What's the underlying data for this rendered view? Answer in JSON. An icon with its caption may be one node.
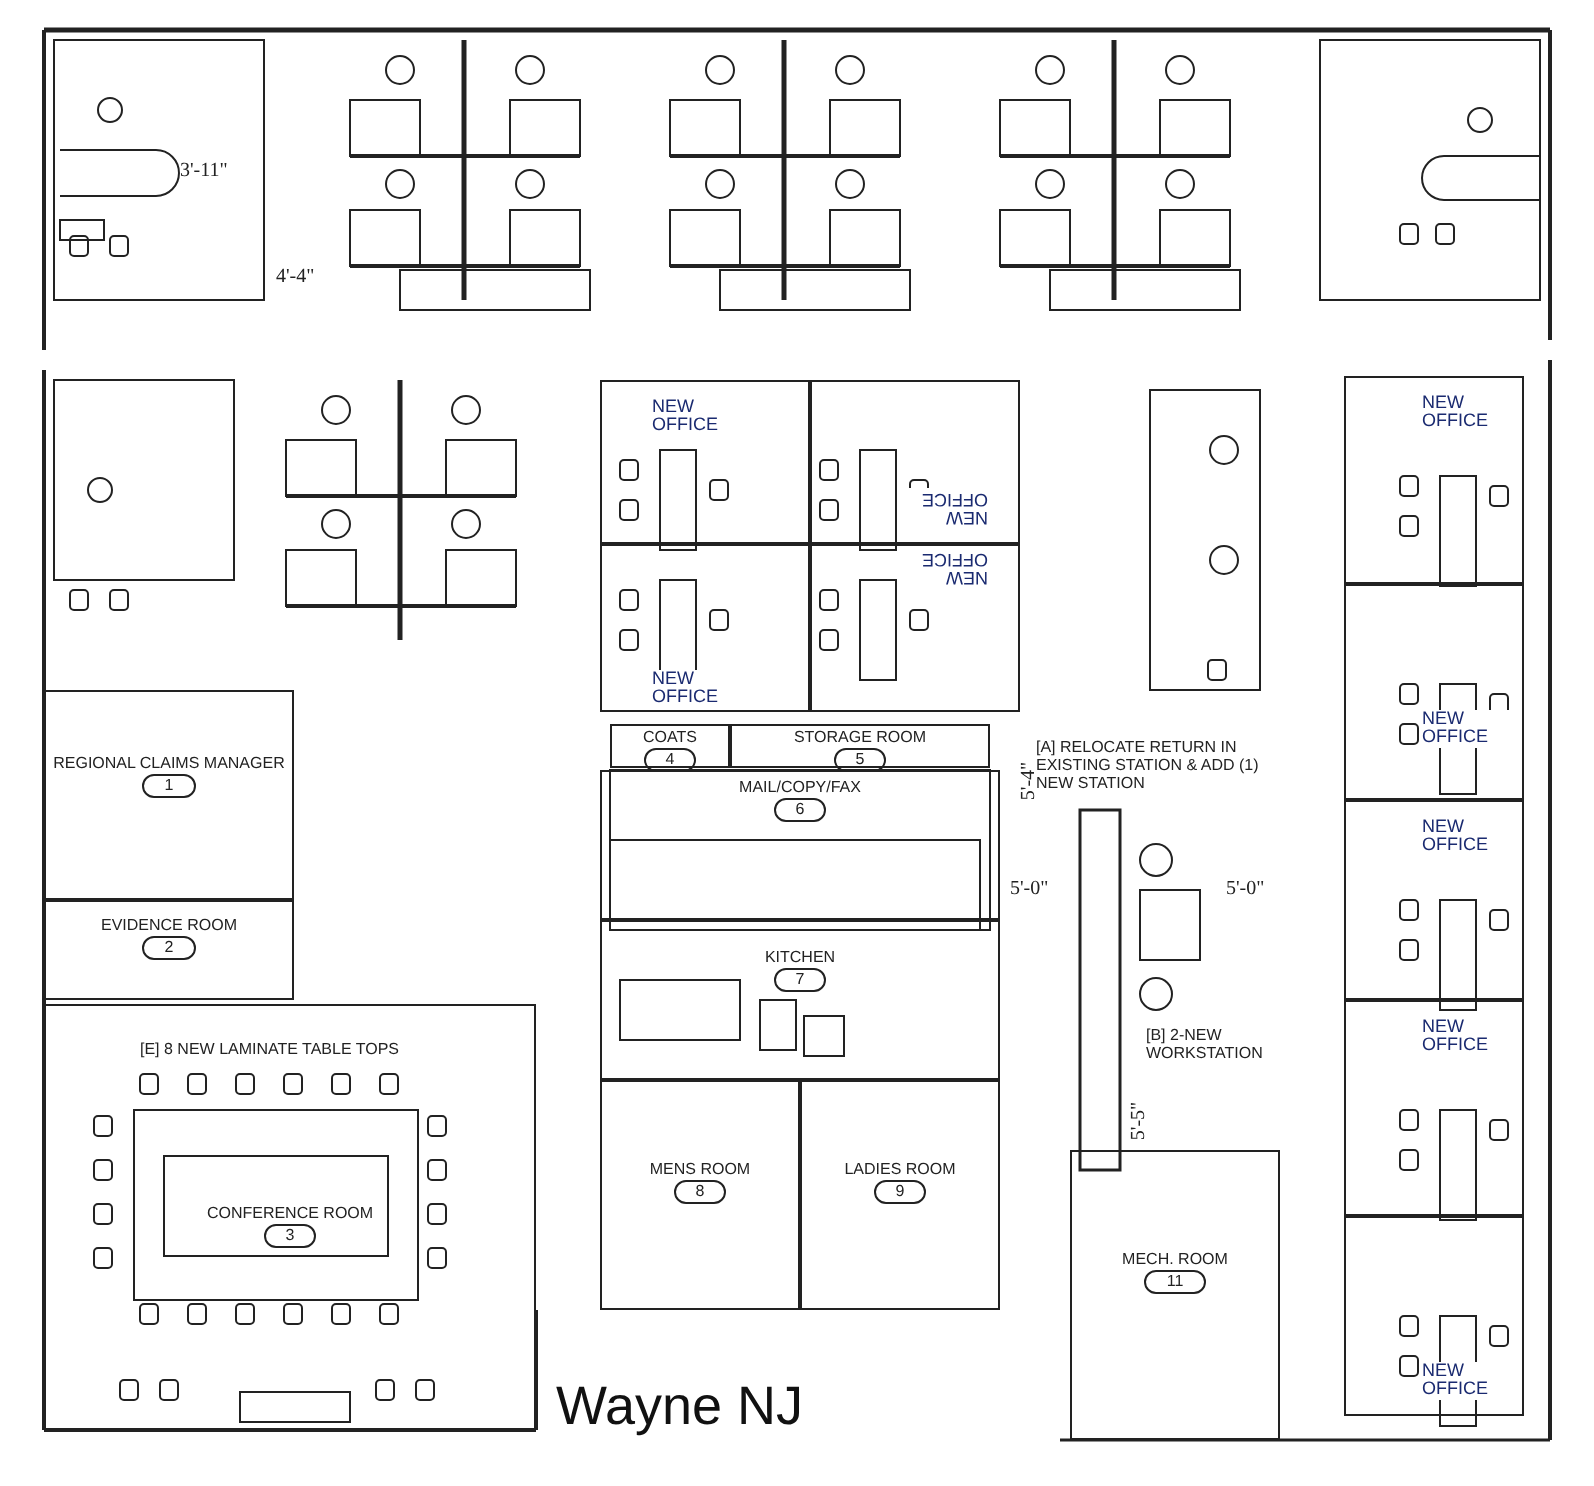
{
  "diagram": {
    "title": "Wayne NJ",
    "nodes": [
      {
        "text": [
          "NEW OFFICE"
        ]
      },
      {
        "text": [
          "NEW OFFICE"
        ]
      },
      {
        "text": [
          "NEW OFFICE"
        ]
      },
      {
        "text": [
          "NEW OFFICE"
        ]
      },
      {
        "text": [
          "NEW OFFICE"
        ]
      },
      {
        "text": [
          "NEW OFFICE"
        ]
      },
      {
        "text": [
          "NEW OFFICE"
        ]
      },
      {
        "text": [
          "NEW OFFICE"
        ]
      },
      {
        "text": [
          "NEW OFFICE"
        ]
      },
      {
        "text": [
          "REGIONAL CLAIMS MANAGER",
          "1"
        ]
      },
      {
        "text": [
          "EVIDENCE ROOM",
          "2"
        ]
      },
      {
        "text": [
          "CONFERENCE ROOM",
          "3"
        ]
      },
      {
        "text": [
          "COATS",
          "4"
        ]
      },
      {
        "text": [
          "STORAGE ROOM",
          "5"
        ]
      },
      {
        "text": [
          "MAIL/COPY/FAX",
          "6"
        ]
      },
      {
        "text": [
          "KITCHEN",
          "7"
        ]
      },
      {
        "text": [
          "MENS ROOM",
          "8"
        ]
      },
      {
        "text": [
          "LADIES ROOM",
          "9"
        ]
      },
      {
        "text": [
          "MECH. ROOM",
          "11"
        ]
      }
    ],
    "labels": [
      "3'-11\"",
      "4'-4\"",
      "[E] 8 NEW LAMINATE TABLE TOPS",
      "[A] RELOCATE RETURN IN EXISTING STATION & ADD (1) NEW STATION",
      "5'-4\"",
      "5'-0\"",
      "5'-0\"",
      "[B] 2-NEW WORKSTATION",
      "5'-5\""
    ]
  }
}
